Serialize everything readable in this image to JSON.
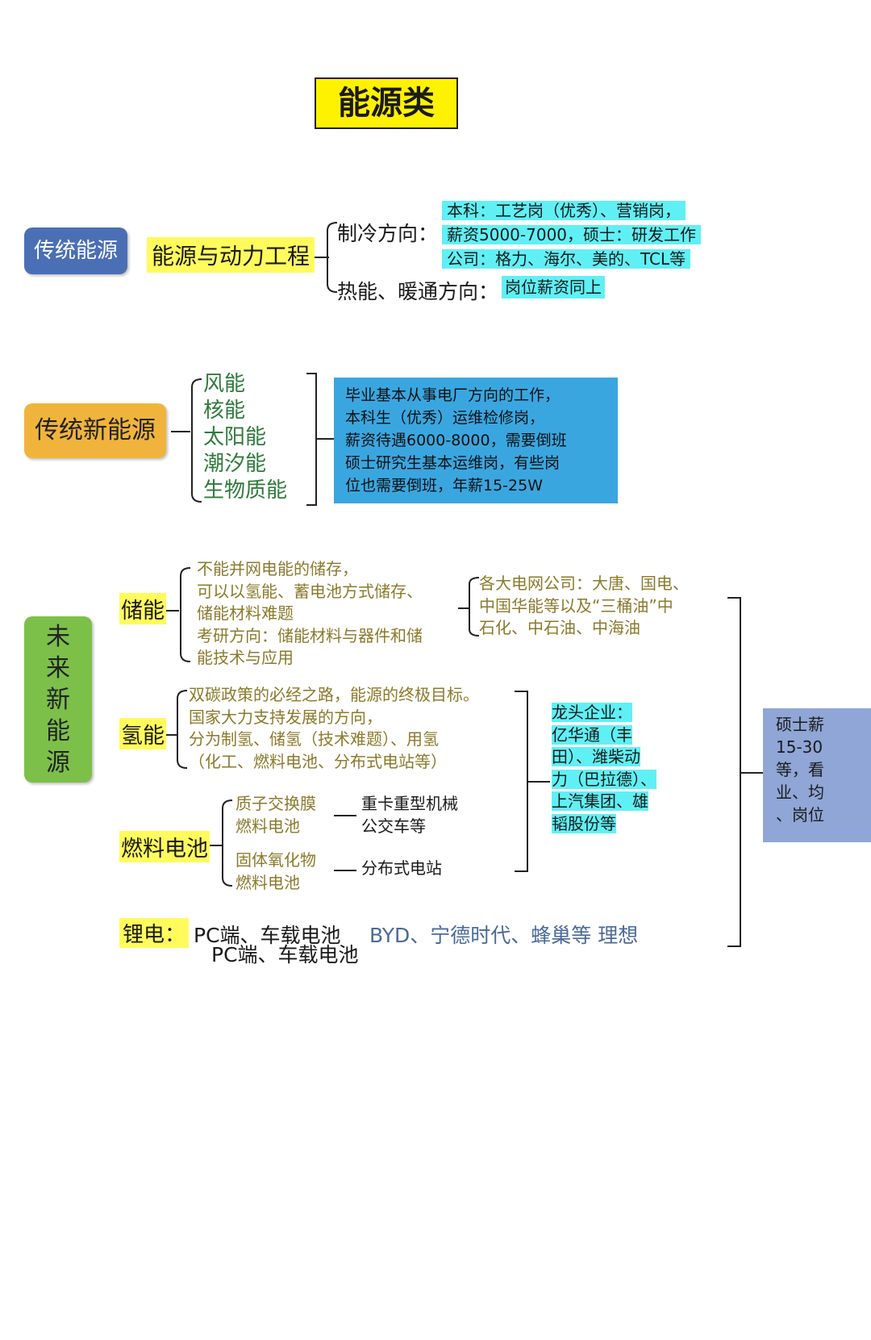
{
  "title": "能源类",
  "traditional": {
    "badge": "传统能源",
    "major": "能源与动力工程",
    "branches": [
      {
        "label": "制冷方向：",
        "detail": [
          "本科：工艺岗（优秀）、营销岗，",
          "薪资5000-7000，硕士：研发工作",
          "公司：格力、海尔、美的、TCL等"
        ]
      },
      {
        "label": "热能、暖通方向：",
        "detail": [
          "岗位薪资同上"
        ]
      }
    ],
    "colors": {
      "badge": "#4a6fb5",
      "highlight": "#fffb5c",
      "cyan": "#5ff0f5"
    }
  },
  "trad_new": {
    "badge": "传统新能源",
    "items": [
      "风能",
      "核能",
      "太阳能",
      "潮汐能",
      "生物质能"
    ],
    "info": [
      "毕业基本从事电厂方向的工作，",
      "本科生（优秀）运维检修岗，",
      "薪资待遇6000-8000，需要倒班",
      "硕士研究生基本运维岗，有些岗",
      "位也需要倒班，年薪15-25W"
    ],
    "colors": {
      "badge": "#f0b43c",
      "info_bg": "#3aa6e0"
    }
  },
  "future": {
    "badge": "未来新能源",
    "badge_chars": [
      "未",
      "来",
      "新",
      "能",
      "源"
    ],
    "storage": {
      "label": "储能",
      "desc": [
        "不能并网电能的储存，",
        "可以以氢能、蓄电池方式储存、",
        "储能材料难题",
        "考研方向：储能材料与器件和储",
        "能技术与应用"
      ],
      "companies": [
        "各大电网公司：大唐、国电、",
        "中国华能等以及“三桶油”中",
        "石化、中石油、中海油"
      ]
    },
    "hydrogen": {
      "label": "氢能",
      "desc": [
        "双碳政策的必经之路，能源的终极目标。",
        "国家大力支持发展的方向，",
        "分为制氢、储氢（技术难题）、用氢",
        "（化工、燃料电池、分布式电站等）"
      ]
    },
    "fuel_cell": {
      "label": "燃料电池",
      "types": [
        {
          "name": [
            "质子交换膜",
            "燃料电池"
          ],
          "use": [
            "重卡重型机械",
            "公交车等"
          ]
        },
        {
          "name": [
            "固体氧化物",
            "燃料电池"
          ],
          "use": [
            "分布式电站"
          ]
        }
      ]
    },
    "leaders": [
      "龙头企业：",
      "亿华通（丰",
      "田）、潍柴动",
      "力（巴拉德）、",
      "上汽集团、雄",
      "韬股份等"
    ],
    "lithium": {
      "label": "锂电：",
      "main_a": "PC端、车载电池",
      "main_b": "PC端、车载电池",
      "companies": "BYD、宁德时代、蜂巢等 理想"
    },
    "right_box": [
      "硕士薪",
      "15-30",
      "等，看",
      "业、均",
      "、岗位"
    ],
    "colors": {
      "badge": "#7cc04a",
      "right_box": "#8fa6d6"
    }
  }
}
